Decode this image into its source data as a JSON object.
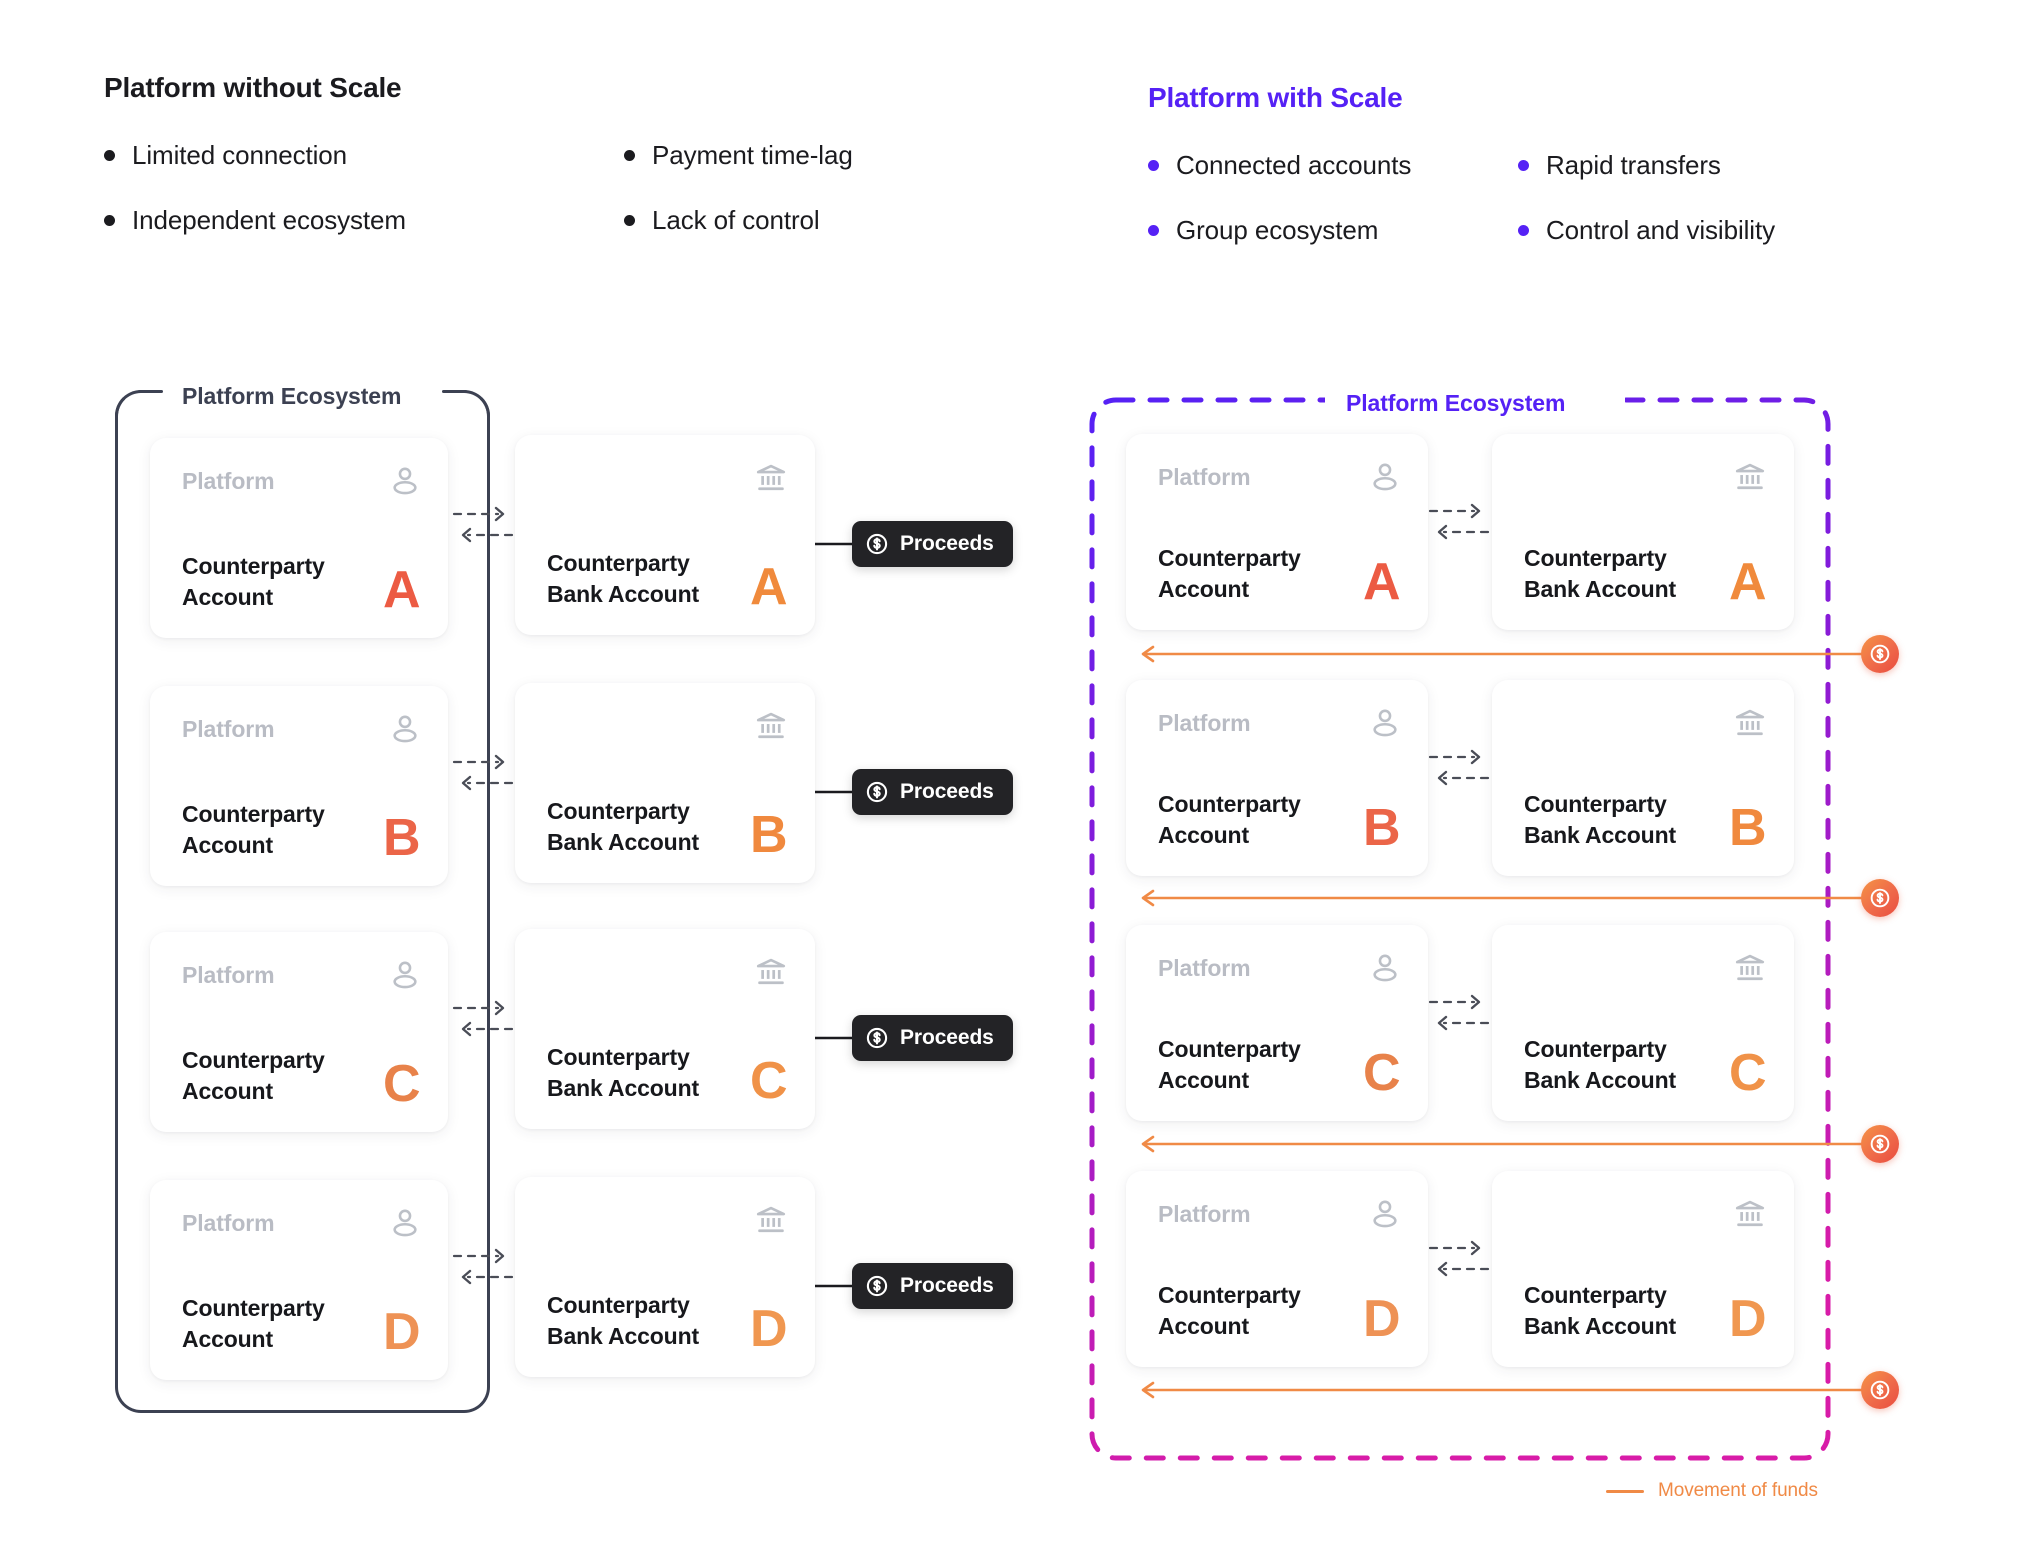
{
  "left_panel": {
    "title": "Platform without Scale",
    "accent": "#1b1b1f",
    "bullets": [
      "Limited connection",
      "Payment time-lag",
      "Independent ecosystem",
      "Lack of control"
    ],
    "ecosystem_label": "Platform Ecosystem",
    "platform_label": "Platform",
    "platform_card_name": "Counterparty\nAccount",
    "bank_card_name": "Counterparty\nBank Account",
    "rows": [
      {
        "letter": "A",
        "platform_color": "#EC5B43",
        "bank_color": "#F08A3C",
        "proceeds_label": "Proceeds"
      },
      {
        "letter": "B",
        "platform_color": "#EB6548",
        "bank_color": "#F0893E",
        "proceeds_label": "Proceeds"
      },
      {
        "letter": "C",
        "platform_color": "#E8824A",
        "bank_color": "#F09248",
        "proceeds_label": "Proceeds"
      },
      {
        "letter": "D",
        "platform_color": "#EE9255",
        "bank_color": "#F09750",
        "proceeds_label": "Proceeds"
      }
    ]
  },
  "right_panel": {
    "title": "Platform with Scale",
    "accent": "#5521F5",
    "bullets": [
      "Connected accounts",
      "Rapid transfers",
      "Group ecosystem",
      "Control and visibility"
    ],
    "ecosystem_label": "Platform Ecosystem",
    "platform_label": "Platform",
    "platform_card_name": "Counterparty\nAccount",
    "bank_card_name": "Counterparty\nBank Account",
    "rows": [
      {
        "letter": "A",
        "platform_color": "#EC5B43",
        "bank_color": "#F08A3C"
      },
      {
        "letter": "B",
        "platform_color": "#EB6548",
        "bank_color": "#F0893E"
      },
      {
        "letter": "C",
        "platform_color": "#E8824A",
        "bank_color": "#F09248"
      },
      {
        "letter": "D",
        "platform_color": "#EE9255",
        "bank_color": "#F09750"
      }
    ],
    "border_gradient": {
      "from": "#5521F5",
      "to": "#D81CA8"
    }
  },
  "legend": {
    "label": "Movement of funds",
    "color": "#F08A46"
  },
  "icons": {
    "person": "person-icon",
    "bank": "bank-icon",
    "dollar_circle": "dollar-circle-icon"
  }
}
